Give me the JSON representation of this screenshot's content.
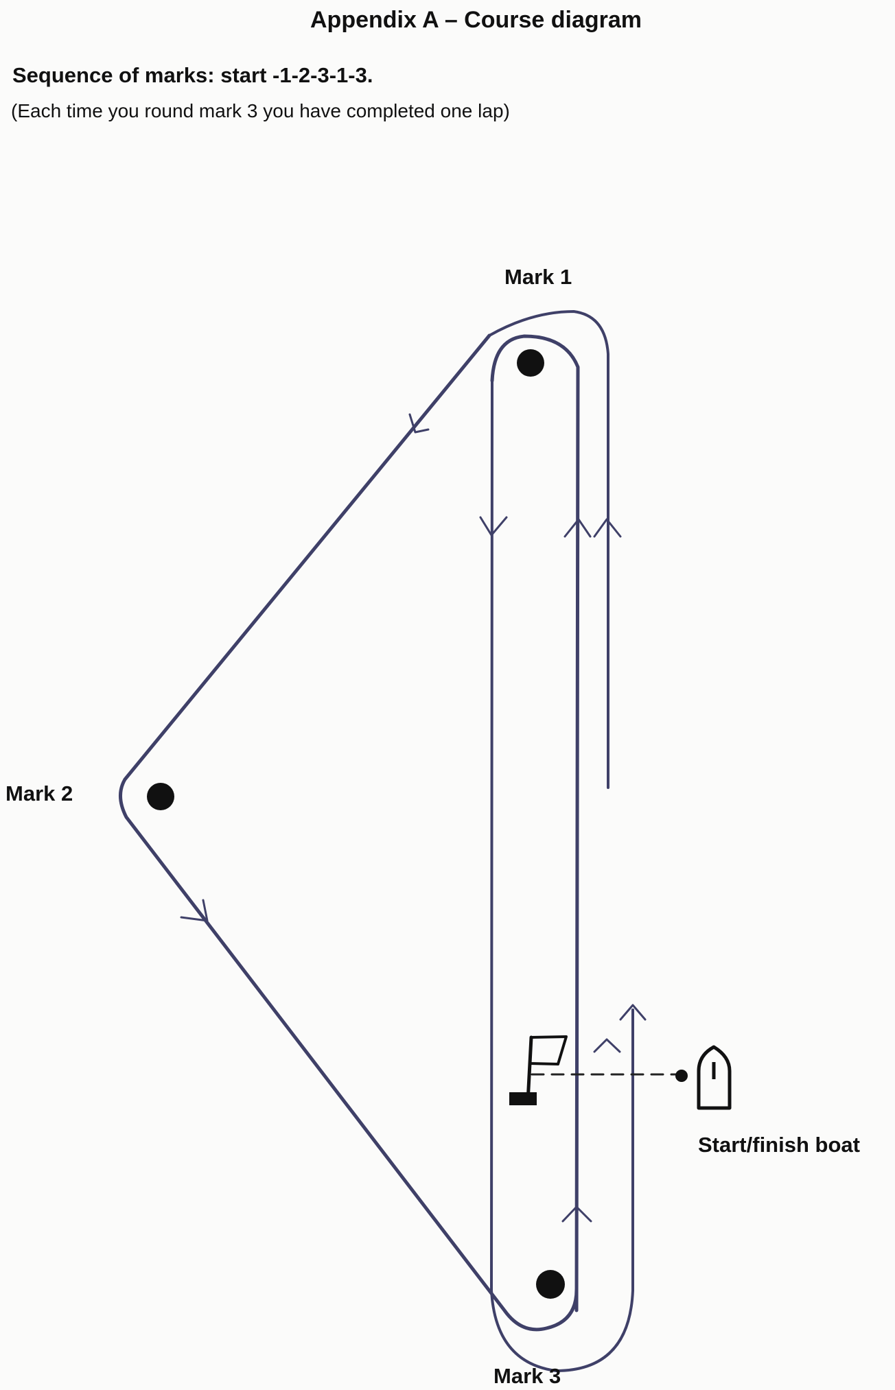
{
  "header": {
    "title": "Appendix A – Course diagram",
    "sequence": "Sequence of marks: start -1-2-3-1-3.",
    "note": "(Each time you round mark 3 you have completed one lap)"
  },
  "diagram": {
    "labels": {
      "mark1": "Mark 1",
      "mark2": "Mark 2",
      "mark3": "Mark 3",
      "boat": "Start/finish boat"
    },
    "colors": {
      "ink": "#111111",
      "course_line": "#3f4068",
      "paper": "#fbfbfa"
    }
  }
}
